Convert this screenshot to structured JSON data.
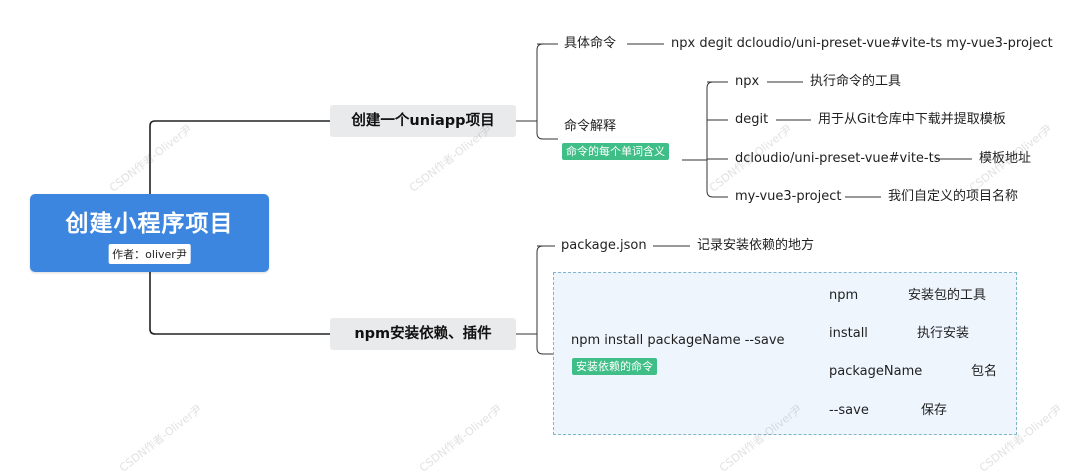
{
  "root": {
    "title": "创建小程序项目",
    "author": "作者：oliver尹"
  },
  "branch1": {
    "label": "创建一个uniapp项目",
    "cmd_label": "具体命令",
    "cmd_value": "npx degit dcloudio/uni-preset-vue#vite-ts my-vue3-project",
    "explain_label": "命令解释",
    "explain_tag": "命令的每个单词含义",
    "items": [
      {
        "term": "npx",
        "desc": "执行命令的工具"
      },
      {
        "term": "degit",
        "desc": "用于从Git仓库中下载并提取模板"
      },
      {
        "term": "dcloudio/uni-preset-vue#vite-ts",
        "desc": "模板地址"
      },
      {
        "term": "my-vue3-project",
        "desc": "我们自定义的项目名称"
      }
    ]
  },
  "branch2": {
    "label": "npm安装依赖、插件",
    "pkg_label": "package.json",
    "pkg_desc": "记录安装依赖的地方",
    "install_label": "npm install packageName --save",
    "install_tag": "安装依赖的命令",
    "items": [
      {
        "term": "npm",
        "desc": "安装包的工具"
      },
      {
        "term": "install",
        "desc": "执行安装"
      },
      {
        "term": "packageName",
        "desc": "包名"
      },
      {
        "term": "--save",
        "desc": "保存"
      }
    ]
  },
  "watermark": "CSDN作者-Oliver尹",
  "colors": {
    "root": "#3d86e0",
    "tag": "#3fbf87",
    "branch_bg": "#e9eaec",
    "box_bg": "#eef5fd",
    "box_border": "#7fb6c9"
  }
}
